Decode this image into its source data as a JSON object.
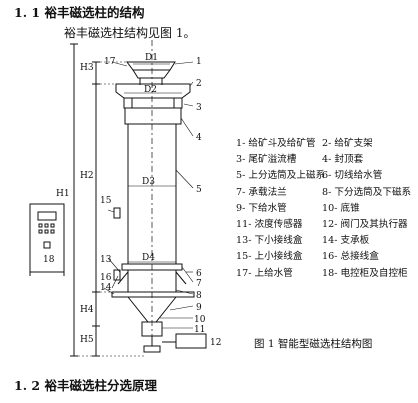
{
  "heading1": "1. 1 裕丰磁选柱的结构",
  "intro": "裕丰磁选柱结构见图 1。",
  "heading2": "1. 2 裕丰磁选柱分选原理",
  "caption": "图 1   智能型磁选柱结构图",
  "legend": [
    [
      "1- 给矿斗及给矿管",
      "2- 给矿支架"
    ],
    [
      "3- 尾矿溢流槽",
      "4- 封顶套"
    ],
    [
      "5- 上分选筒及上磁系",
      "6- 切线给水管"
    ],
    [
      "7- 承载法兰",
      "8- 下分选筒及下磁系"
    ],
    [
      "9- 下给水管",
      "10- 底锥"
    ],
    [
      "11- 浓度传感器",
      "12- 阀门及其执行器"
    ],
    [
      "13- 下小接线盒",
      "14- 支承板"
    ],
    [
      "15- 上小接线盒",
      "16- 总接线盒"
    ],
    [
      "17- 上给水管",
      "18- 电控柜及自控柜"
    ]
  ],
  "diagram": {
    "labels": {
      "D1": "D1",
      "D2": "D2",
      "D3": "D3",
      "D4": "D4",
      "H1": "H1",
      "H2": "H2",
      "H3": "H3",
      "H4": "H4",
      "H5": "H5",
      "cabinet": "18"
    },
    "numbers": [
      "1",
      "2",
      "3",
      "4",
      "5",
      "6",
      "7",
      "8",
      "9",
      "10",
      "11",
      "12",
      "13",
      "14",
      "15",
      "16",
      "17"
    ]
  }
}
